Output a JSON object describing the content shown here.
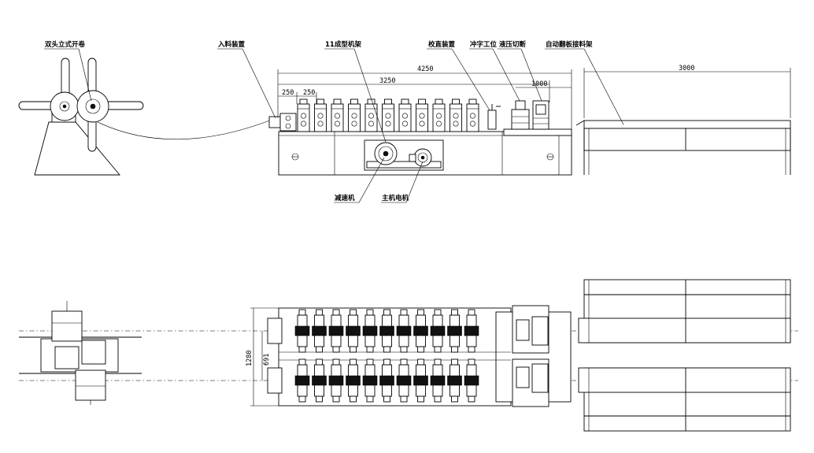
{
  "labels": {
    "decoiler": "双头立式开卷",
    "feeding": "入料装置",
    "forming": "11成型机架",
    "straightening": "校直装置",
    "punching": "冲字工位",
    "cutting": "液压切断",
    "stacker": "自动翻板接料架",
    "reducer": "减速机",
    "motor": "主机电机"
  },
  "dimensions": {
    "total_length": "4250",
    "forming_length": "3250",
    "station_pitch_1": "250",
    "station_pitch_2": "250",
    "cut_section": "1000",
    "table_length": "3000",
    "plan_width": "1280",
    "plan_inner_width": "691"
  }
}
